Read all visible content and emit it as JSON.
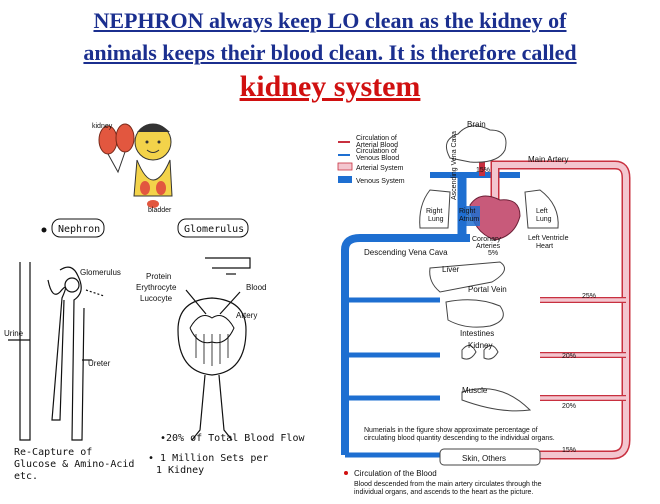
{
  "header": {
    "line1": "NEPHRON always keep LO clean as the kidney of",
    "line2": "animals  keeps their blood clean. It is therefore called",
    "line3": "kidney system"
  },
  "left": {
    "cartoon": {
      "kidney": "kidney",
      "bladder": "bladder"
    },
    "bullet1": "Nephron",
    "bullet2": "Glomerulus",
    "nephron_labels": {
      "glomerulus": "Glomerulus",
      "urine": "Urine",
      "ureter": "Ureter"
    },
    "glom_labels": {
      "protein": "Protein",
      "erythrocyte": "Erythrocyte",
      "lucocyte": "Lucocyte",
      "blood": "Blood",
      "artery": "Artery"
    },
    "recapture1": "Re-Capture of",
    "recapture2": "Glucose & Amino-Acid",
    "recapture3": "etc.",
    "flow": "•20% of Total Blood Flow",
    "million1": "• 1 Million Sets per",
    "million2": "1 Kidney"
  },
  "right": {
    "legend": {
      "arterial_blood": "Circulation of Arterial Blood",
      "arterial_line1": "Circulation of",
      "arterial_line2": "Arterial Blood",
      "venous_line1": "Circulation of",
      "venous_line2": "Venous Blood",
      "arterial_system": "Arterial System",
      "venous_system": "Venous System"
    },
    "brain": "Brain",
    "main_artery": "Main Artery",
    "ascending_vena_cava": "Ascending Vena Cava",
    "pct_15_top": "15%",
    "right_lung1": "Right",
    "right_lung2": "Lung",
    "right_atrium1": "Right",
    "right_atrium2": "Atrium",
    "left_lung1": "Left",
    "left_lung2": "Lung",
    "coronary1": "Coronary",
    "coronary2": "Arteries",
    "pct_5": "5%",
    "left_ventricle": "Left Ventricle",
    "heart": "Heart",
    "descending_vena_cava": "Descending Vena Cava",
    "liver": "Liver",
    "portal_vein": "Portal Vein",
    "pct_25": "25%",
    "intestines": "Intestines",
    "kidney": "Kidney",
    "pct_20a": "20%",
    "muscle": "Muscle",
    "pct_20b": "20%",
    "note1": "Numerials in the figure show approximate percentage of",
    "note2": "circulating blood quantity descending to the individual organs.",
    "pct_15_bottom": "15%",
    "skin": "Skin, Others",
    "caption_title": "Circulation of the Blood",
    "caption1": "Blood descended from the main artery circulates through the",
    "caption2": "individual organs, and ascends to the heart as the picture."
  },
  "colors": {
    "title_blue": "#1b2f8f",
    "title_red": "#d01010",
    "venous": "#1e6fd1",
    "arterial": "#f3c6cf",
    "arterial_edge": "#c8303f"
  }
}
